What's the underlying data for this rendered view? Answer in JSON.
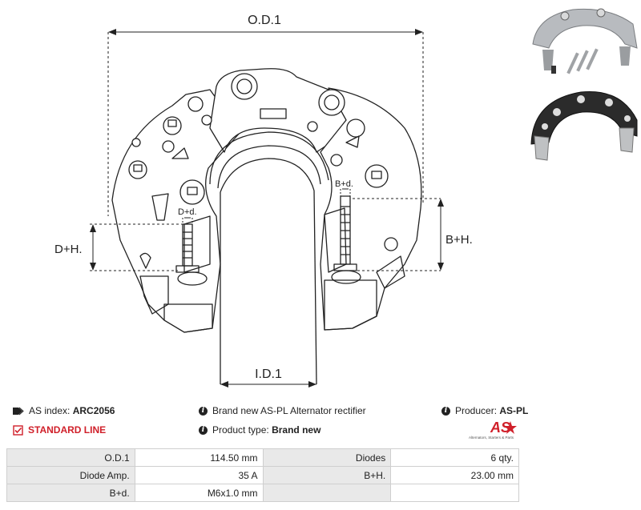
{
  "dimensions": {
    "od": "O.D.1",
    "id": "I.D.1",
    "bh": "B+H.",
    "dh": "D+H.",
    "bd": "B+d.",
    "dd": "D+d."
  },
  "info": {
    "as_index_label": "AS index:",
    "as_index_value": "ARC2056",
    "standard_line": "STANDARD LINE",
    "description": "Brand new AS-PL Alternator rectifier",
    "product_type_label": "Product type:",
    "product_type_value": "Brand new",
    "producer_label": "Producer:",
    "producer_value": "AS-PL"
  },
  "logo": {
    "mark": "AS",
    "tagline": "Alternators, Starters & Parts",
    "accent": "#d0202a"
  },
  "specs": [
    {
      "l1": "O.D.1",
      "v1": "114.50 mm",
      "l2": "Diodes",
      "v2": "6 qty."
    },
    {
      "l1": "Diode Amp.",
      "v1": "35 A",
      "l2": "B+H.",
      "v2": "23.00 mm"
    },
    {
      "l1": "B+d.",
      "v1": "M6x1.0 mm",
      "l2": "",
      "v2": ""
    }
  ]
}
